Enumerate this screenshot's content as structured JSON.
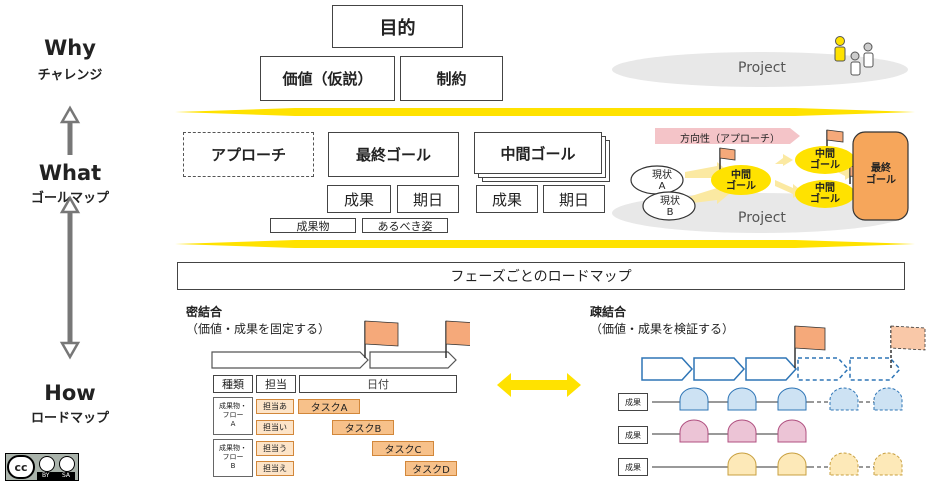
{
  "left": {
    "why": "Why",
    "why_sub": "チャレンジ",
    "what": "What",
    "what_sub": "ゴールマップ",
    "how": "How",
    "how_sub": "ロードマップ"
  },
  "license": {
    "cc": "cc",
    "by": "BY",
    "sa": "SA"
  },
  "top": {
    "purpose": "目的",
    "value": "価値（仮説）",
    "constraint": "制約",
    "project": "Project"
  },
  "middle": {
    "approach": "アプローチ",
    "final_goal": "最終ゴール",
    "mid_goal": "中間ゴール",
    "result": "成果",
    "deadline": "期日",
    "result2": "成果",
    "deadline2": "期日",
    "deliverable": "成果物",
    "ideal": "あるべき姿",
    "direction": "方向性（アプローチ）",
    "current_a_1": "現状",
    "current_a_2": "A",
    "current_b_1": "現状",
    "current_b_2": "B",
    "mid_label_1": "中間",
    "mid_label_2": "ゴール",
    "final_label_1": "最終",
    "final_label_2": "ゴール",
    "project": "Project"
  },
  "roadmap": {
    "title": "フェーズごとのロードマップ",
    "tight_title": "密結合",
    "tight_sub": "（価値・成果を固定する）",
    "loose_title": "疎結合",
    "loose_sub": "（価値・成果を検証する）",
    "col_kind": "種類",
    "col_owner": "担当",
    "col_date": "日付",
    "group_a": [
      "成果物・",
      "フロー",
      "A"
    ],
    "group_b": [
      "成果物・",
      "フロー",
      "B"
    ],
    "owners": [
      "担当あ",
      "担当い",
      "担当う",
      "担当え"
    ],
    "tasks": [
      "タスクA",
      "タスクB",
      "タスクC",
      "タスクD"
    ],
    "loose_rows": [
      "成果",
      "成果",
      "成果"
    ]
  },
  "colors": {
    "yellow": "#ffe200",
    "orange_fill": "#f7c18a",
    "orange_border": "#d2873a",
    "flag": "#f5a97a",
    "pink_bar": "#f4c4c8",
    "blue": "#cde2f3",
    "pink": "#ecc4d6",
    "cream": "#fde9b8",
    "final_goal": "#f6a65b",
    "ellipse_grey": "#e8e8e8"
  }
}
